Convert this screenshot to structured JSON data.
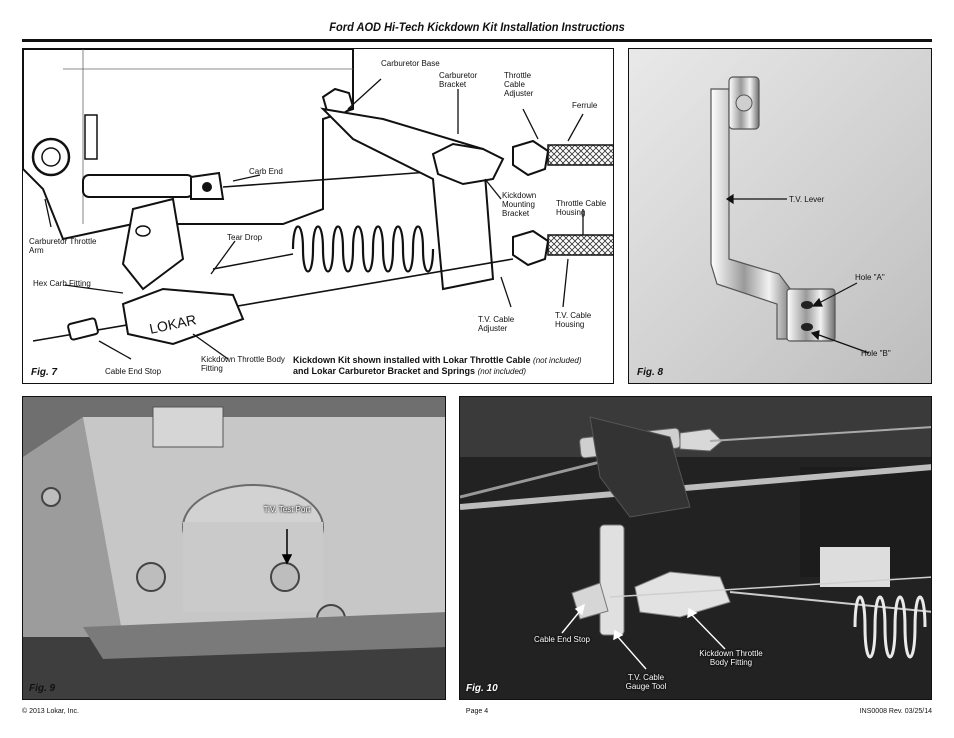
{
  "page": {
    "title": "Ford AOD Hi-Tech Kickdown Kit Installation Instructions",
    "footer_left": "© 2013 Lokar, Inc.",
    "footer_center": "Page 4",
    "footer_right": "INS0008  Rev. 03/25/14"
  },
  "fig7": {
    "tag": "Fig. 7",
    "labels": {
      "carb_base": "Carburetor Base",
      "carb_bracket": "Carburetor Bracket",
      "throttle_cable_adjuster": "Throttle Cable Adjuster",
      "ferrule": "Ferrule",
      "carb_end": "Carb End",
      "kickdown_bracket": "Kickdown Mounting Bracket",
      "throttle_cable_housing": "Throttle Cable Housing",
      "tear_drop": "Tear Drop",
      "carb_throttle_arm": "Carburetor Throttle Arm",
      "hex_carb_fitting": "Hex Carb Fitting",
      "tv_cable_adjuster": "T.V. Cable Adjuster",
      "tv_cable_housing": "T.V. Cable Housing",
      "cable_end_stop": "Cable End Stop",
      "kickdown_fitting": "Kickdown Throttle Body Fitting",
      "brand": "LOKAR"
    },
    "caption_line1": "Kickdown Kit shown installed with Lokar Throttle Cable",
    "caption_note1": "(not included)",
    "caption_line2": "and Lokar Carburetor Bracket and Springs",
    "caption_note2": "(not included)"
  },
  "fig8": {
    "tag": "Fig. 8",
    "labels": {
      "tv_lever": "T.V. Lever",
      "hole_a": "Hole \"A\"",
      "hole_b": "Hole \"B\""
    }
  },
  "fig9": {
    "tag": "Fig. 9",
    "labels": {
      "tv_test_port": "T.V. Test Port"
    }
  },
  "fig10": {
    "tag": "Fig. 10",
    "labels": {
      "cable_end_stop": "Cable End Stop",
      "tv_gauge_tool": "T.V. Cable Gauge Tool",
      "kickdown_fitting": "Kickdown Throttle Body Fitting"
    }
  }
}
